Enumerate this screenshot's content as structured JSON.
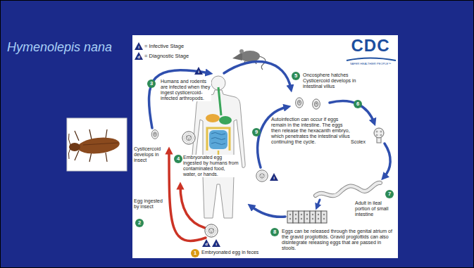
{
  "diagram": {
    "title": "Hymenolepis nana",
    "nodes": [
      {
        "text": [
          "1"
        ]
      },
      {
        "text": [
          "2"
        ]
      },
      {
        "text": [
          "3"
        ]
      },
      {
        "text": [
          "4"
        ]
      },
      {
        "text": [
          "5"
        ]
      },
      {
        "text": [
          "6"
        ]
      },
      {
        "text": [
          "7"
        ]
      },
      {
        "text": [
          "8"
        ]
      },
      {
        "text": [
          "9"
        ]
      }
    ],
    "labels": [
      "i",
      "d",
      "CDC",
      "SAFER·HEALTHIER·PEOPLE™",
      "Humans and rodents are infected when they ingest cysticercoid-infected arthropods.",
      "Cysticercoid develops in insect",
      "Embryonated egg ingested by humans from contaminated food, water, or hands.",
      "Egg ingested by insect",
      "Embryonated egg in feces",
      "Oncosphere hatches Cysticercoid develops in intestinal villus",
      "Scolex",
      "Adult in ileal portion of small intestine",
      "Eggs can be released through the genital atrium of the gravid proglottids. Gravid proglottids can also disintegrate releasing eggs that are passed in stools.",
      "Autoinfection can occur if eggs remain in the intestine. The eggs then release the hexacanth embryo, which penetrates the intestinal villus continuing the cycle.",
      "i",
      "i",
      "d",
      "i"
    ],
    "legend": [
      {
        "text": "= Infective Stage"
      },
      {
        "text": "= Diagnostic Stage"
      }
    ]
  }
}
